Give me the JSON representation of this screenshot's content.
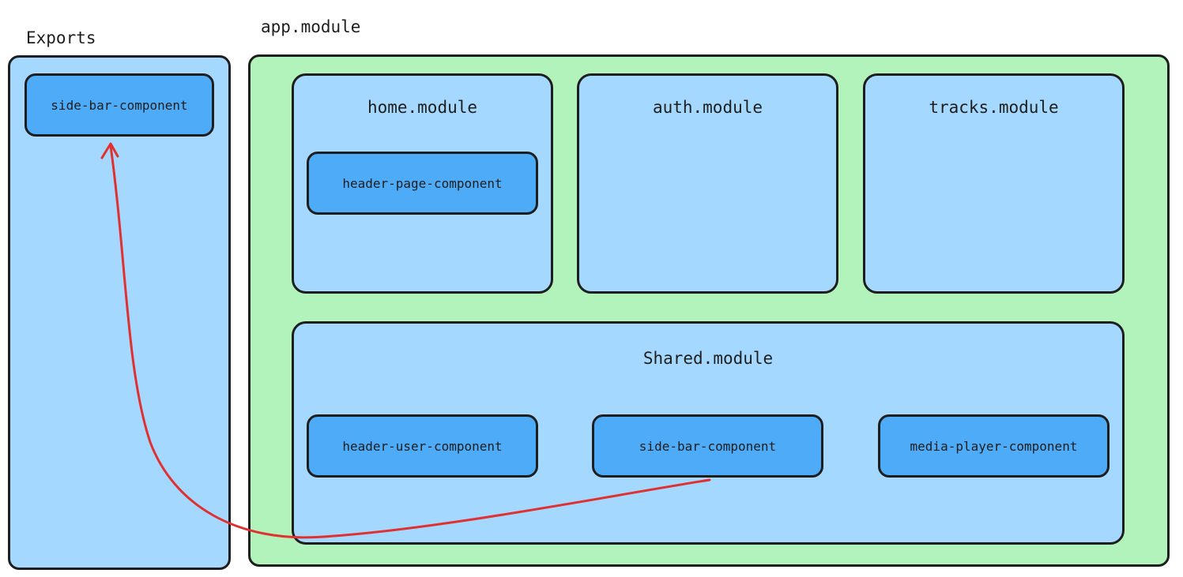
{
  "labels": {
    "exports": "Exports",
    "app_module": "app.module"
  },
  "exports": {
    "components": [
      "side-bar-component"
    ]
  },
  "modules": {
    "home": {
      "title": "home.module",
      "components": [
        "header-page-component"
      ]
    },
    "auth": {
      "title": "auth.module"
    },
    "tracks": {
      "title": "tracks.module"
    },
    "shared": {
      "title": "Shared.module",
      "components": [
        "header-user-component",
        "side-bar-component",
        "media-player-component"
      ]
    }
  },
  "colors": {
    "container_exports": "#a5d8ff",
    "container_app": "#b2f2bb",
    "module": "#a5d8ff",
    "component": "#4dabf7",
    "stroke": "#1e1e1e",
    "arrow": "#e03131"
  }
}
